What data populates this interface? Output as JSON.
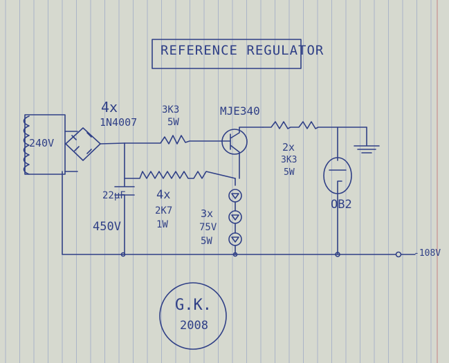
{
  "title": "REFERENCE REGULATOR",
  "labels": {
    "mains": "240V",
    "diodes_count": "4x",
    "diodes_part": "1N4007",
    "r_series_value": "3K3",
    "r_series_power": "5W",
    "transistor": "MJE340",
    "cap_value": "22µF",
    "cap_voltage": "450V",
    "r_chain_count": "4x",
    "r_chain_value": "2K7",
    "r_chain_power": "1W",
    "zener_count": "3x",
    "zener_voltage": "75V",
    "zener_power": "5W",
    "r_out_count": "2x",
    "r_out_value": "3K3",
    "r_out_power": "5W",
    "regulator_tube": "OB2",
    "output": "-108V",
    "initials": "G.K.",
    "year": "2008"
  },
  "colors": {
    "paper": "#d6d9cf",
    "ink": "#2f3f86",
    "grid": "#aab4c8",
    "margin_line": "#c98f8f"
  }
}
